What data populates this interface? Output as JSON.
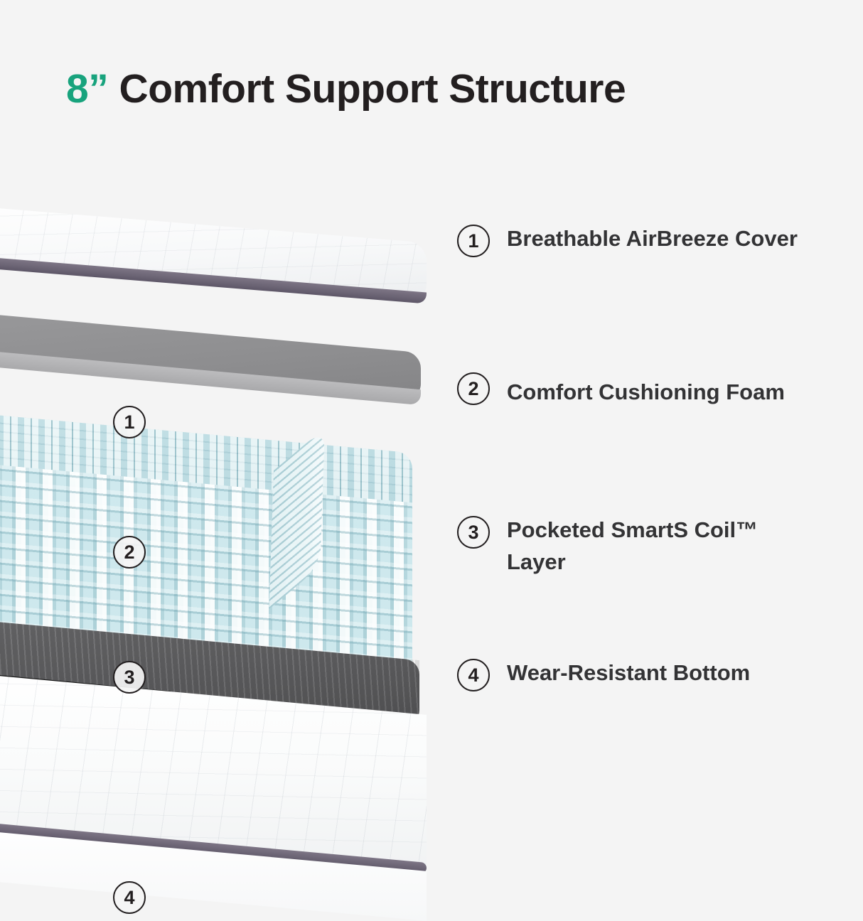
{
  "title": {
    "accent": "8”",
    "rest": " Comfort Support Structure",
    "accent_color": "#18a37d",
    "text_color": "#231f20"
  },
  "background_color": "#f4f4f4",
  "diagram": {
    "name": "mattress-exploded-view",
    "layers": [
      {
        "number": "1",
        "name": "cover-layer"
      },
      {
        "number": "2",
        "name": "foam-layer"
      },
      {
        "number": "3",
        "name": "coil-layer"
      },
      {
        "number": "4",
        "name": "base-layer"
      }
    ]
  },
  "legend": {
    "items": [
      {
        "number": "1",
        "label": "Breathable AirBreeze Cover"
      },
      {
        "number": "2",
        "label": "Comfort Cushioning Foam"
      },
      {
        "number": "3",
        "label": "Pocketed SmartS Coil™ Layer"
      },
      {
        "number": "4",
        "label": "Wear-Resistant Bottom"
      }
    ]
  }
}
